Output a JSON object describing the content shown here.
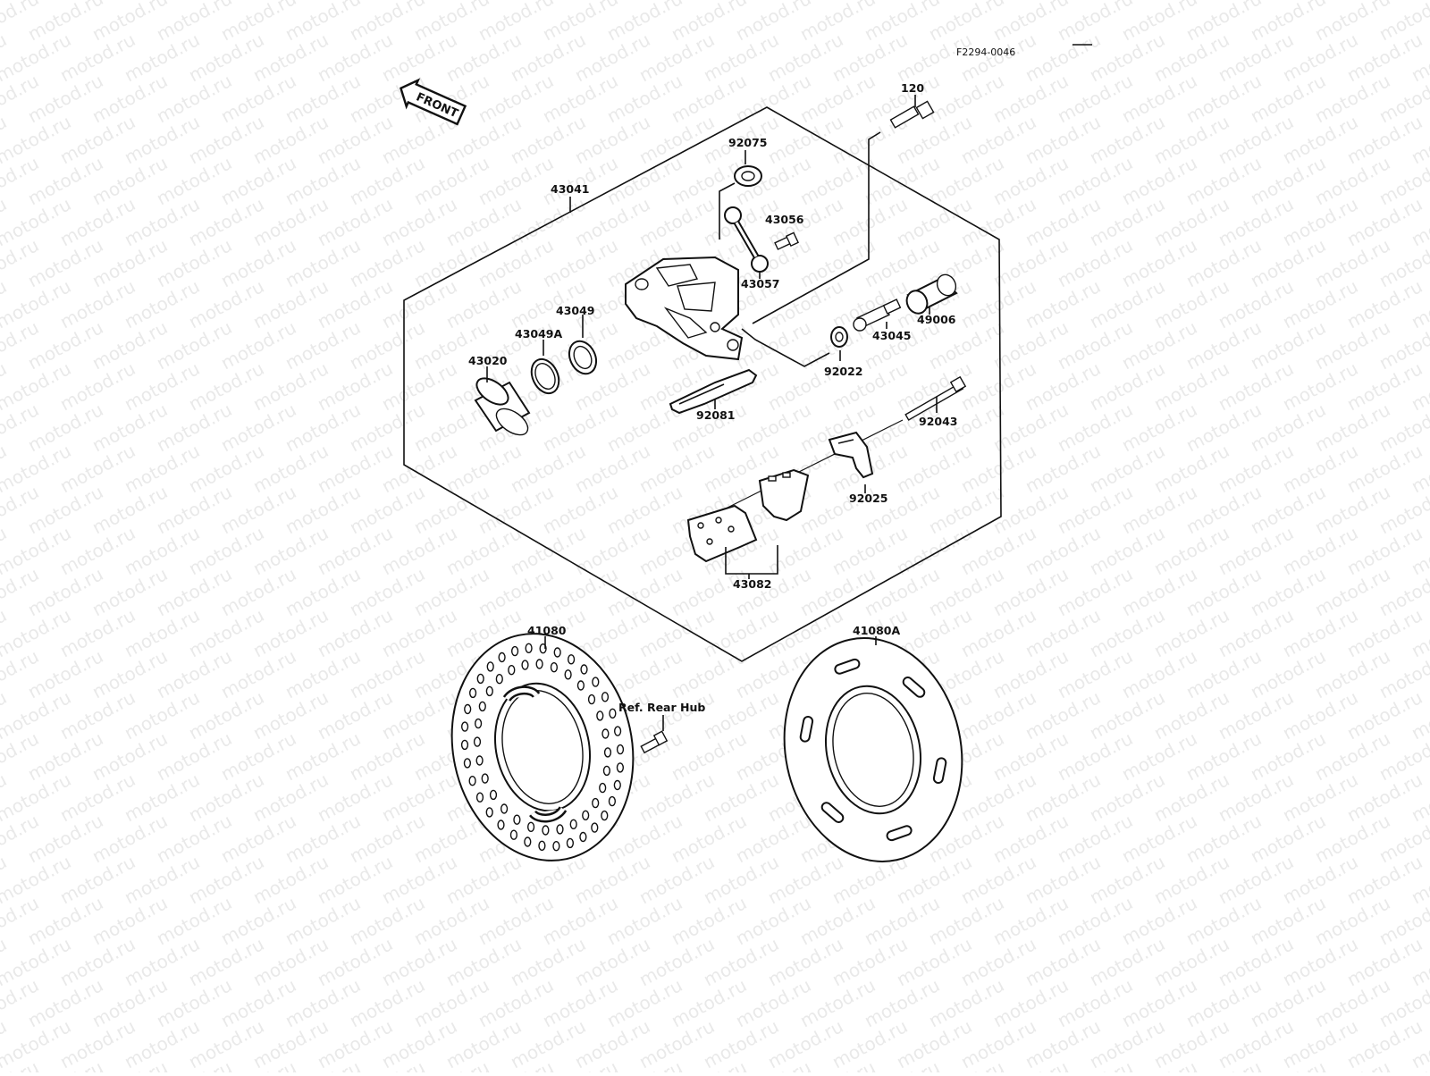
{
  "diagram": {
    "code": "F2294-0046",
    "direction_badge": "FRONT",
    "watermark": "motod.ru",
    "labels": {
      "p120": "120",
      "p92075": "92075",
      "p43041": "43041",
      "p43056": "43056",
      "p43057": "43057",
      "p49006": "49006",
      "p43049": "43049",
      "p43049A": "43049A",
      "p43020": "43020",
      "p43045": "43045",
      "p92022": "92022",
      "p92081": "92081",
      "p92043": "92043",
      "p92025": "92025",
      "p43082": "43082",
      "p41080": "41080",
      "p41080A": "41080A",
      "ref_rear_hub": "Ref. Rear Hub"
    }
  },
  "colors": {
    "ink": "#111111",
    "paper": "#ffffff",
    "watermark": "#d8d8d8"
  }
}
